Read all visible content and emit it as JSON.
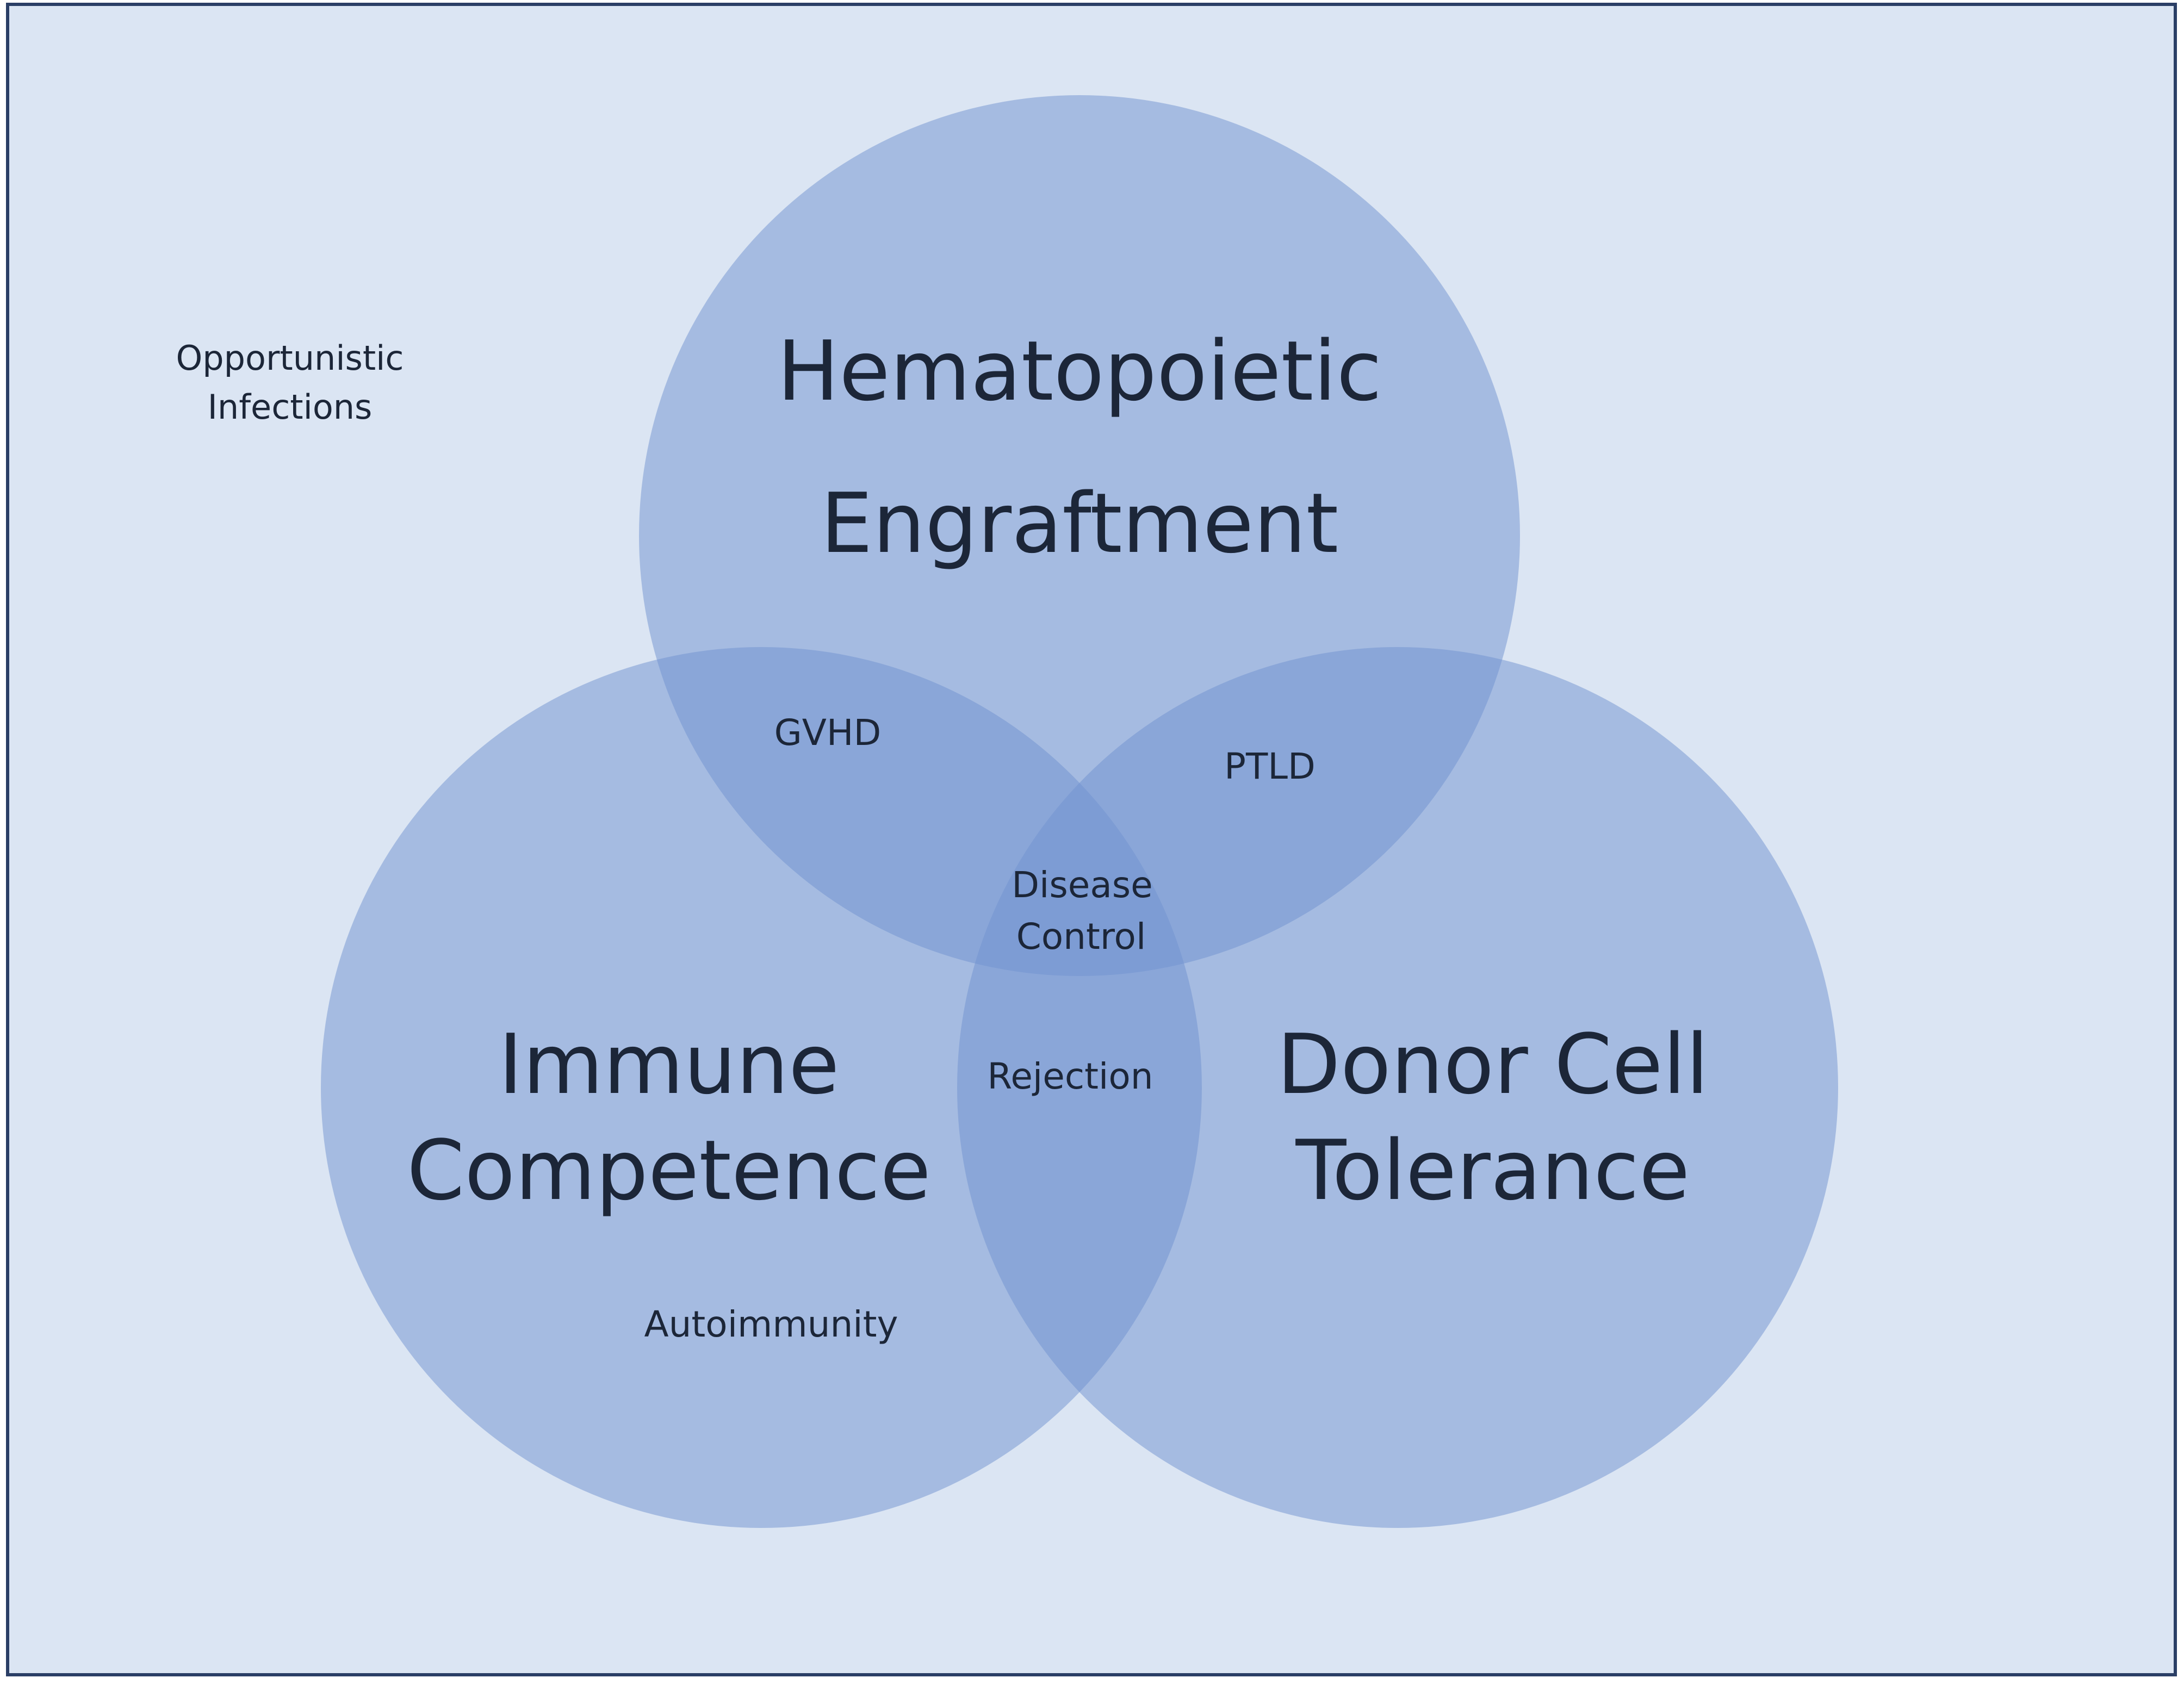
{
  "colors": {
    "background": "#dbe5f3",
    "border": "#2b3f66",
    "circle_fill": "#6f92d0",
    "text": "#1c2638"
  },
  "circles": [
    {
      "id": "hematopoietic-engraftment",
      "lines": [
        "Hematopoietic",
        "Engraftment"
      ]
    },
    {
      "id": "immune-competence",
      "lines": [
        "Immune",
        "Competence"
      ]
    },
    {
      "id": "donor-cell-tolerance",
      "lines": [
        "Donor Cell",
        "Tolerance"
      ]
    }
  ],
  "overlaps": {
    "gvhd": "GVHD",
    "ptld": "PTLD",
    "rejection": "Rejection",
    "disease_control": [
      "Disease",
      "Control"
    ]
  },
  "outside": {
    "opportunistic_infections": [
      "Opportunistic",
      "Infections"
    ],
    "autoimmunity": "Autoimmunity"
  }
}
